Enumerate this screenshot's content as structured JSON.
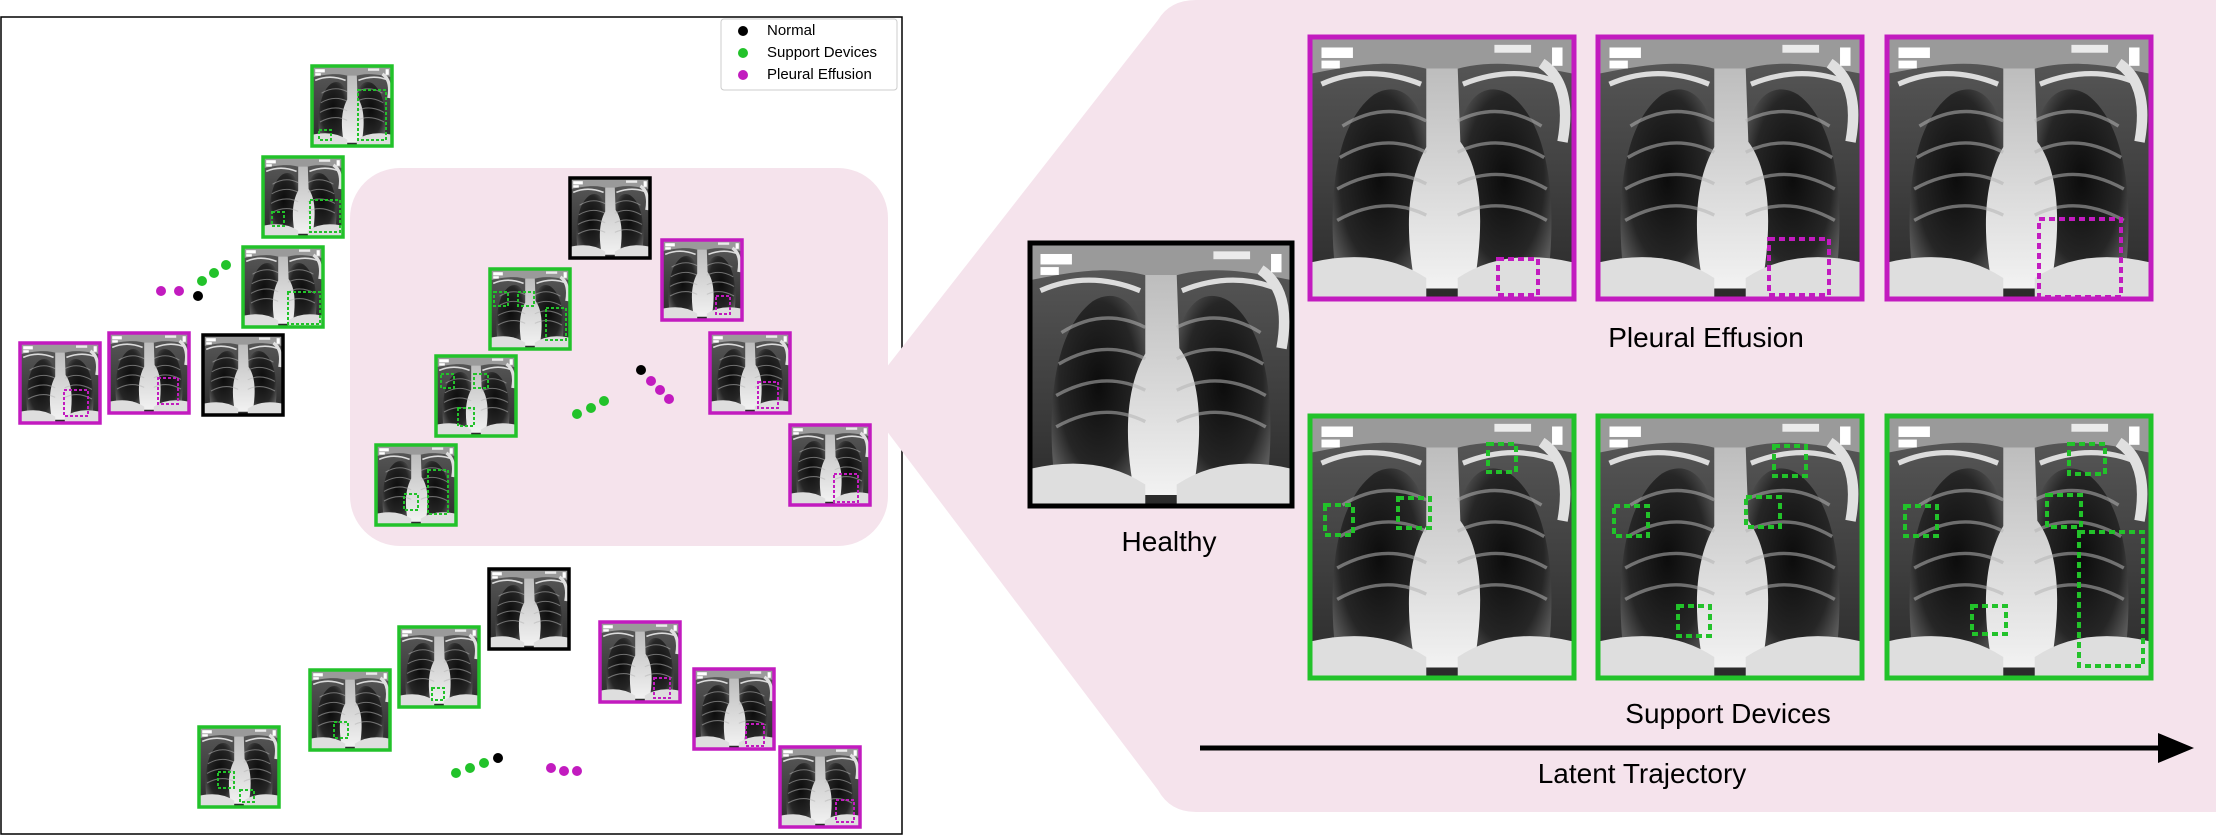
{
  "colors": {
    "normal": "#000000",
    "support_devices": "#22c22a",
    "pleural_effusion": "#c21bbf",
    "highlight_bg": "#f5e3ec"
  },
  "legend": {
    "items": [
      {
        "label": "Normal",
        "color_key": "normal"
      },
      {
        "label": "Support Devices",
        "color_key": "support_devices"
      },
      {
        "label": "Pleural Effusion",
        "color_key": "pleural_effusion"
      }
    ]
  },
  "zoom": {
    "healthy_label": "Healthy",
    "pleural_row_label": "Pleural Effusion",
    "support_row_label": "Support Devices",
    "trajectory_label": "Latent Trajectory"
  },
  "icons": {
    "xray": "chest-xray-thumbnail-icon",
    "arrow": "trajectory-arrow-icon"
  }
}
